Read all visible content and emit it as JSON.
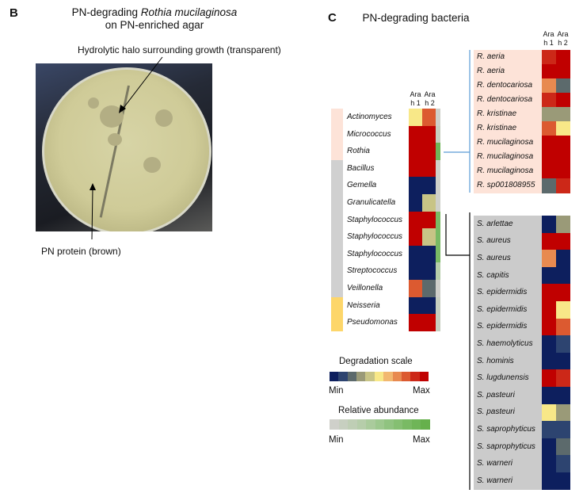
{
  "panel_b": {
    "letter": "B",
    "title_prefix": "PN-degrading ",
    "title_italic": "Rothia mucilaginosa",
    "title_line2": "on PN-enriched agar",
    "annotation_halo": "Hydrolytic halo surrounding growth (transparent)",
    "annotation_protein": "PN protein (brown)"
  },
  "chart_data": {
    "type": "heatmap",
    "letter": "C",
    "title": "PN-degrading bacteria",
    "columns": [
      "Ara h 1",
      "Ara h 2"
    ],
    "column_lines": [
      [
        "Ara",
        "h 1"
      ],
      [
        "Ara",
        "h 2"
      ]
    ],
    "scale_colors": [
      "#0d1f5e",
      "#2d4470",
      "#5c6a6c",
      "#9a9a78",
      "#c8c486",
      "#f8e888",
      "#f2b870",
      "#e88a50",
      "#dc5a30",
      "#cc2818",
      "#c00000"
    ],
    "abundance_colors": [
      "#cfd0ca",
      "#c7cfc0",
      "#bfceb5",
      "#b6cdaa",
      "#aacb9c",
      "#9dc88e",
      "#90c380",
      "#85bf72",
      "#79ba64",
      "#6fb558",
      "#66b04c"
    ],
    "group_colors": {
      "pink": "#fde3d8",
      "gray": "#d0d0d0",
      "yellow": "#fdd66a"
    },
    "genus": {
      "rows": [
        {
          "name": "Actinomyces",
          "group": "pink",
          "degradation": [
            5,
            8
          ],
          "abundance": 0
        },
        {
          "name": "Micrococcus",
          "group": "pink",
          "degradation": [
            10,
            10
          ],
          "abundance": 1
        },
        {
          "name": "Rothia",
          "group": "pink",
          "degradation": [
            10,
            10
          ],
          "abundance": 9
        },
        {
          "name": "Bacillus",
          "group": "gray",
          "degradation": [
            10,
            10
          ],
          "abundance": 0
        },
        {
          "name": "Gemella",
          "group": "gray",
          "degradation": [
            0,
            0
          ],
          "abundance": 0
        },
        {
          "name": "Granulicatella",
          "group": "gray",
          "degradation": [
            0,
            4
          ],
          "abundance": 0
        },
        {
          "name": "Staphylococcus",
          "group": "gray",
          "degradation": [
            10,
            10
          ],
          "abundance": 8
        },
        {
          "name": "Staphylococcus",
          "group": "gray",
          "degradation": [
            10,
            4
          ],
          "abundance": 8
        },
        {
          "name": "Staphylococcus",
          "group": "gray",
          "degradation": [
            0,
            0
          ],
          "abundance": 8
        },
        {
          "name": "Streptococcus",
          "group": "gray",
          "degradation": [
            0,
            0
          ],
          "abundance": 3
        },
        {
          "name": "Veillonella",
          "group": "gray",
          "degradation": [
            8,
            2
          ],
          "abundance": 0
        },
        {
          "name": "Neisseria",
          "group": "yellow",
          "degradation": [
            0,
            0
          ],
          "abundance": 1
        },
        {
          "name": "Pseudomonas",
          "group": "yellow",
          "degradation": [
            10,
            10
          ],
          "abundance": 1
        }
      ]
    },
    "rothia": {
      "rows": [
        {
          "name": "R. aeria",
          "degradation": [
            9,
            10
          ]
        },
        {
          "name": "R. aeria",
          "degradation": [
            10,
            10
          ]
        },
        {
          "name": "R. dentocariosa",
          "degradation": [
            7,
            2
          ]
        },
        {
          "name": "R. dentocariosa",
          "degradation": [
            9,
            10
          ]
        },
        {
          "name": "R. kristinae",
          "degradation": [
            3,
            3
          ]
        },
        {
          "name": "R. kristinae",
          "degradation": [
            8,
            5
          ]
        },
        {
          "name": "R. mucilaginosa",
          "degradation": [
            10,
            10
          ]
        },
        {
          "name": "R. mucilaginosa",
          "degradation": [
            10,
            10
          ]
        },
        {
          "name": "R. mucilaginosa",
          "degradation": [
            10,
            10
          ]
        },
        {
          "name": "R. sp001808955",
          "degradation": [
            2,
            9
          ]
        }
      ]
    },
    "staphylococcus": {
      "rows": [
        {
          "name": "S. arlettae",
          "degradation": [
            0,
            3
          ]
        },
        {
          "name": "S. aureus",
          "degradation": [
            10,
            10
          ]
        },
        {
          "name": "S. aureus",
          "degradation": [
            7,
            0
          ]
        },
        {
          "name": "S. capitis",
          "degradation": [
            0,
            0
          ]
        },
        {
          "name": "S. epidermidis",
          "degradation": [
            10,
            10
          ]
        },
        {
          "name": "S. epidermidis",
          "degradation": [
            10,
            5
          ]
        },
        {
          "name": "S. epidermidis",
          "degradation": [
            10,
            8
          ]
        },
        {
          "name": "S. haemolyticus",
          "degradation": [
            0,
            1
          ]
        },
        {
          "name": "S. hominis",
          "degradation": [
            0,
            0
          ]
        },
        {
          "name": "S. lugdunensis",
          "degradation": [
            10,
            9
          ]
        },
        {
          "name": "S. pasteuri",
          "degradation": [
            0,
            0
          ]
        },
        {
          "name": "S. pasteuri",
          "degradation": [
            5,
            3
          ]
        },
        {
          "name": "S. saprophyticus",
          "degradation": [
            1,
            1
          ]
        },
        {
          "name": "S. saprophyticus",
          "degradation": [
            0,
            2
          ]
        },
        {
          "name": "S. warneri",
          "degradation": [
            0,
            1
          ]
        },
        {
          "name": "S. warneri",
          "degradation": [
            0,
            0
          ]
        }
      ]
    },
    "legend": {
      "degradation_title": "Degradation scale",
      "abundance_title": "Relative abundance",
      "min": "Min",
      "max": "Max"
    }
  }
}
